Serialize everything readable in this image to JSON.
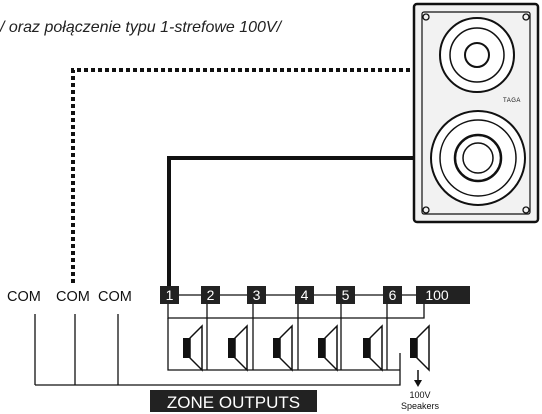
{
  "caption": "/ oraz połączenie typu 1-strefowe 100V/",
  "com_labels": [
    "COM",
    "COM",
    "COM"
  ],
  "terminals": [
    "1",
    "2",
    "3",
    "4",
    "5",
    "6",
    "100"
  ],
  "zone_outputs_label": "ZONE OUTPUTS",
  "speakers_note": {
    "line1": "100V",
    "line2": "Speakers"
  },
  "speaker_brand": "TAGA",
  "colors": {
    "line": "#111111",
    "terminal_fill": "#222222",
    "speaker_fill": "#f2f2f2"
  }
}
